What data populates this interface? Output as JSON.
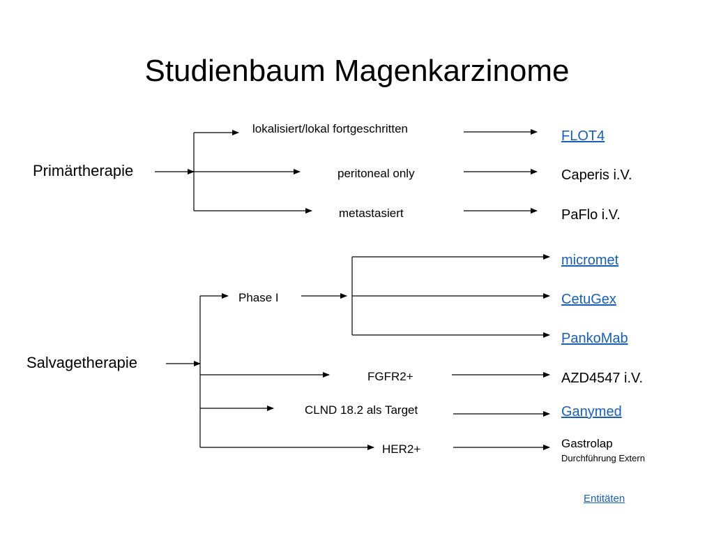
{
  "title": "Studienbaum Magenkarzinome",
  "primary": {
    "label": "Primärtherapie",
    "branches": [
      {
        "label": "lokalisiert/lokal fortgeschritten",
        "result": "FLOT4",
        "result_is_link": true
      },
      {
        "label": "peritoneal only",
        "result": "Caperis i.V.",
        "result_is_link": false
      },
      {
        "label": "metastasiert",
        "result": "PaFlo i.V.",
        "result_is_link": false
      }
    ]
  },
  "salvage": {
    "label": "Salvagetherapie",
    "phase1": {
      "label": "Phase I",
      "results": [
        "micromet",
        "CetuGex",
        "PankoMab"
      ]
    },
    "branches": [
      {
        "label": "FGFR2+",
        "result": "AZD4547 i.V.",
        "result_is_link": false
      },
      {
        "label": "CLND 18.2 als Target",
        "result": "Ganymed",
        "result_is_link": true
      },
      {
        "label": "HER2+",
        "result": "Gastrolap",
        "result_note": "Durchführung Extern",
        "result_is_link": false
      }
    ]
  },
  "footer_link": "Entitäten",
  "colors": {
    "link": "#1a5fb4",
    "text": "#000000",
    "line": "#000000"
  }
}
